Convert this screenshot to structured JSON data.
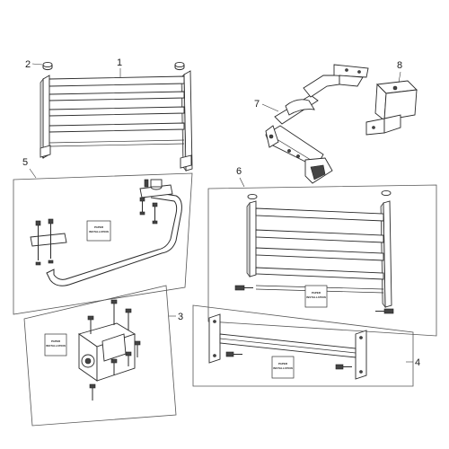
{
  "callouts": {
    "c1": "1",
    "c2": "2",
    "c3": "3",
    "c4": "4",
    "c5": "5",
    "c6": "6",
    "c7": "7",
    "c8": "8"
  },
  "instruction_card": {
    "line1": "PAPER",
    "line2": "INSTALLATION"
  }
}
